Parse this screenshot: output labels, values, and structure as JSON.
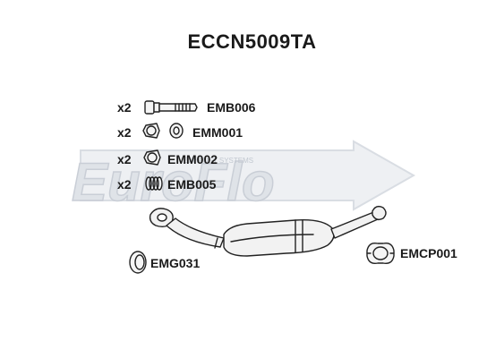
{
  "diagram": {
    "title": "ECCN5009TA",
    "watermark": {
      "brand": "EuroFlo",
      "tagline": "EXHAUST SYSTEMS"
    },
    "parts": [
      {
        "qty": "x2",
        "code": "EMB006"
      },
      {
        "qty": "x2",
        "code": "EMM001"
      },
      {
        "qty": "x2",
        "code": "EMM002"
      },
      {
        "qty": "x2",
        "code": "EMB005"
      },
      {
        "qty": "",
        "code": "EMG031"
      },
      {
        "qty": "",
        "code": "EMCP001"
      }
    ],
    "colors": {
      "outline": "#222222",
      "watermark": "#d9dde3",
      "fill": "#f2f2f2"
    }
  }
}
